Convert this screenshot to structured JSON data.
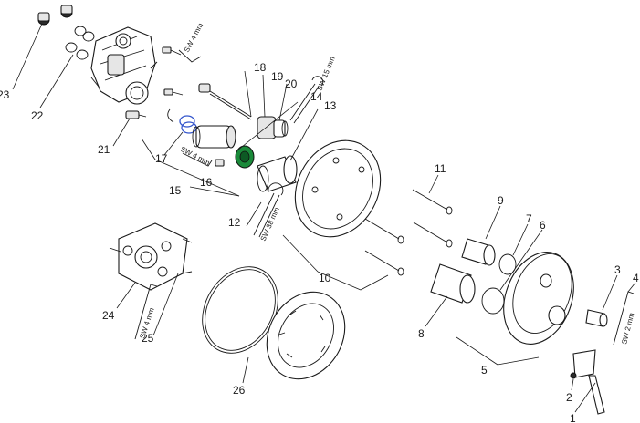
{
  "colors": {
    "line": "#1a1a1a",
    "seal_blue": "#3355cc",
    "cartridge_green": "#1a8a3a",
    "background": "#ffffff"
  },
  "callouts": {
    "c1": "1",
    "c2": "2",
    "c3": "3",
    "c4": "4",
    "c5": "5",
    "c6": "6",
    "c7": "7",
    "c8": "8",
    "c9": "9",
    "c10": "10",
    "c11": "11",
    "c12": "12",
    "c13": "13",
    "c14": "14",
    "c15": "15",
    "c16": "16",
    "c17": "17",
    "c18": "18",
    "c19": "19",
    "c20": "20",
    "c21": "21",
    "c22": "22",
    "c23": "23",
    "c24": "24",
    "c25": "25",
    "c26": "26"
  },
  "tool_labels": {
    "sw4_top": "SW 4 mm",
    "sw15": "SW 15 mm",
    "sw4_mid": "SW 4 mm",
    "sw38": "SW 38 mm",
    "sw4_bottom": "SW 4 mm",
    "sw2": "SW 2 mm"
  }
}
